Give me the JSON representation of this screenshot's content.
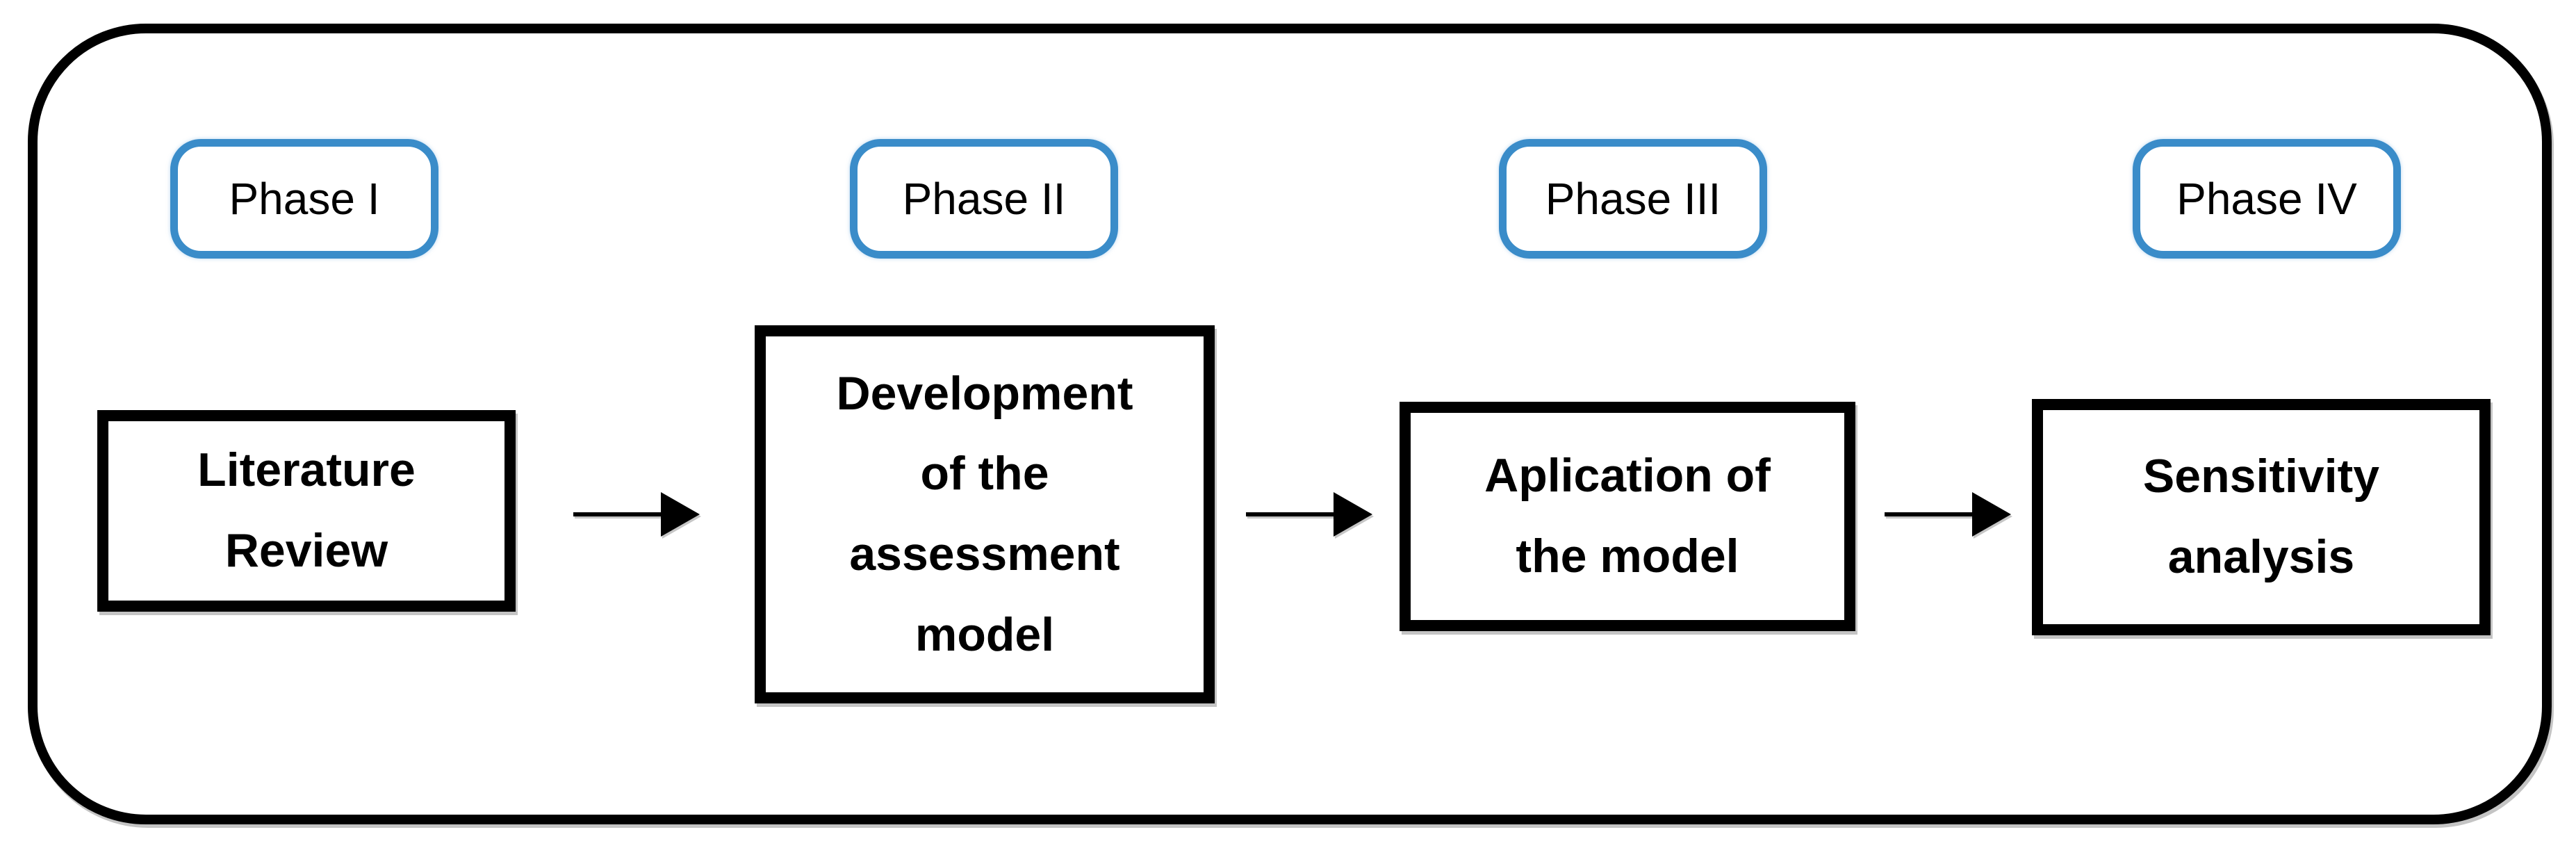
{
  "diagram": {
    "phases": [
      {
        "label": "Phase I",
        "box_label": "Literature\nReview"
      },
      {
        "label": "Phase II",
        "box_label": "Development\nof the\nassessment\nmodel"
      },
      {
        "label": "Phase III",
        "box_label": "Aplication of\nthe model"
      },
      {
        "label": "Phase IV",
        "box_label": "Sensitivity\nanalysis"
      }
    ],
    "colors": {
      "phase_border": "#3A8CC9",
      "box_border": "#000000",
      "arrow": "#000000",
      "background": "#FFFFFF"
    }
  }
}
